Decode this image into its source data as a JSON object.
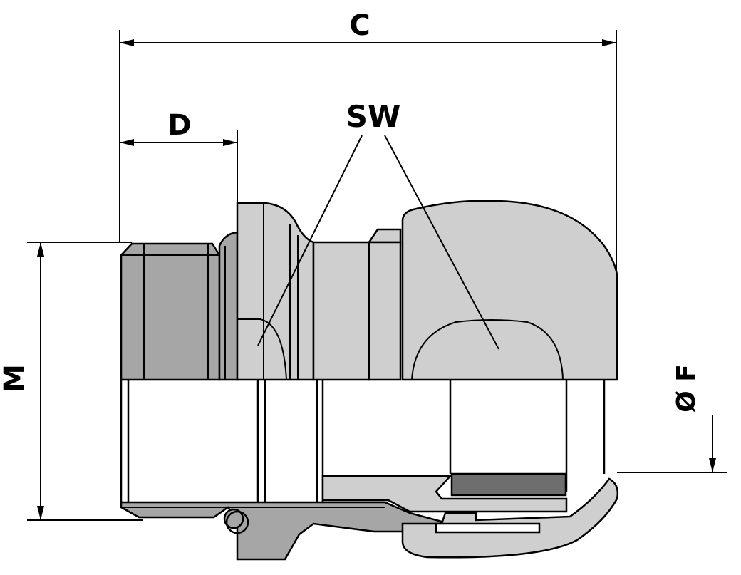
{
  "labels": {
    "overall_length": "C",
    "thread_length": "D",
    "wrench_size": "SW",
    "thread_size": "M",
    "cable_diameter": "Ø F"
  },
  "colors": {
    "light_gray": "#cfcfcf",
    "dark_gray": "#a6a6a6",
    "seal_gray": "#6e6e6e",
    "outline": "#000000",
    "background": "#ffffff"
  }
}
